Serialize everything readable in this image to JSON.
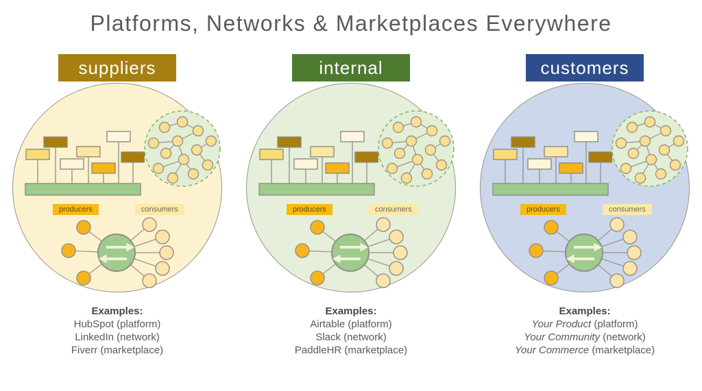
{
  "title": "Platforms, Networks & Marketplaces Everywhere",
  "colors": {
    "title_text": "#5a5a5a",
    "suppliers_header": "#a57f10",
    "internal_header": "#4e7a30",
    "customers_header": "#2e4d8c",
    "suppliers_circle": "#fcf2cf",
    "internal_circle": "#e6efda",
    "customers_circle": "#ccd7ec",
    "producers_badge": "#f7b913",
    "consumers_badge": "#fce9a8",
    "platform_base_green": "#9fcb8d",
    "network_fill": "#e2eed6",
    "network_dash_border": "#86b35f",
    "node_yellow": "#fbdf92",
    "node_orange": "#f8b41b",
    "node_pale": "#fbe5ab"
  },
  "illustrations": {
    "platform": "platform-bar-with-signposts",
    "network": "dashed-circle-node-graph",
    "marketplace": "producers-consumers-exchange-arrows"
  },
  "panels": [
    {
      "header": "suppliers",
      "producers_label": "producers",
      "consumers_label": "consumers",
      "examples_heading": "Examples:",
      "examples": [
        {
          "name": "HubSpot",
          "kind": "(platform)"
        },
        {
          "name": "LinkedIn",
          "kind": "(network)"
        },
        {
          "name": "Fiverr",
          "kind": "(marketplace)"
        }
      ]
    },
    {
      "header": "internal",
      "producers_label": "producers",
      "consumers_label": "consumers",
      "examples_heading": "Examples:",
      "examples": [
        {
          "name": "Airtable",
          "kind": "(platform)"
        },
        {
          "name": "Slack",
          "kind": "(network)"
        },
        {
          "name": "PaddleHR",
          "kind": "(marketplace)"
        }
      ]
    },
    {
      "header": "customers",
      "producers_label": "producers",
      "consumers_label": "consumers",
      "examples_heading": "Examples:",
      "examples": [
        {
          "name": "Your Product",
          "kind": "(platform)"
        },
        {
          "name": "Your Community",
          "kind": "(network)"
        },
        {
          "name": "Your Commerce",
          "kind": "(marketplace)"
        }
      ]
    }
  ]
}
